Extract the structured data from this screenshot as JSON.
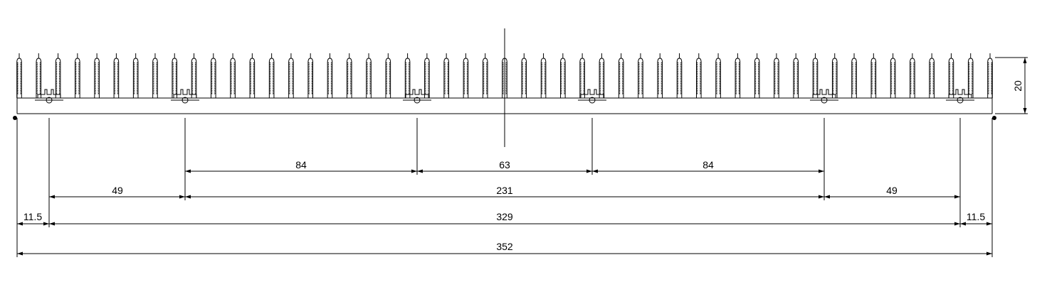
{
  "drawing": {
    "fin_count": 51,
    "slot_count": 6,
    "total_width": 352,
    "dimensions": {
      "height": "20",
      "row1": [
        "84",
        "63",
        "84"
      ],
      "row2": [
        "49",
        "231",
        "49"
      ],
      "row3": [
        "11.5",
        "329",
        "11.5"
      ],
      "row4": "352"
    }
  }
}
